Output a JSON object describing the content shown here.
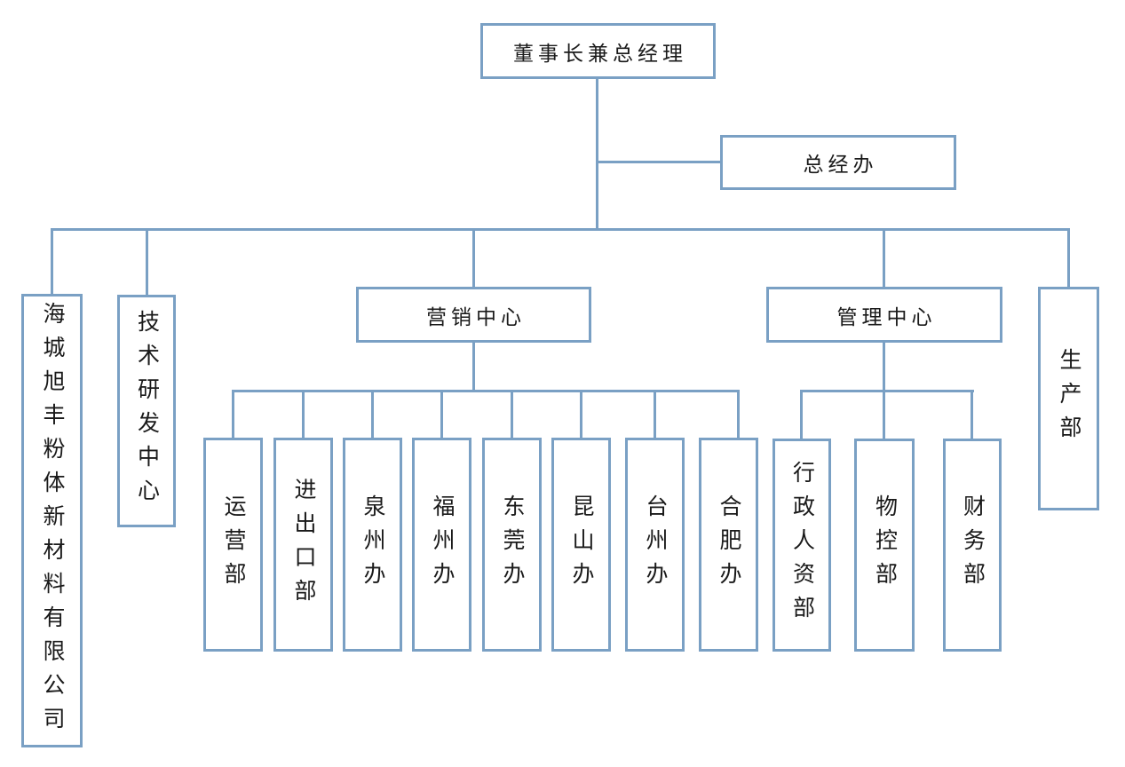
{
  "org": {
    "root": {
      "label": "董事长兼总经理"
    },
    "staff": {
      "label": "总经办"
    },
    "branches": [
      {
        "label": "海城旭丰粉体新材料有限公司"
      },
      {
        "label": "技术研发中心"
      },
      {
        "label": "营销中心",
        "children": [
          {
            "label": "运营部"
          },
          {
            "label": "进出口部"
          },
          {
            "label": "泉州办"
          },
          {
            "label": "福州办"
          },
          {
            "label": "东莞办"
          },
          {
            "label": "昆山办"
          },
          {
            "label": "台州办"
          },
          {
            "label": "合肥办"
          }
        ]
      },
      {
        "label": "管理中心",
        "children": [
          {
            "label": "行政人资部"
          },
          {
            "label": "物控部"
          },
          {
            "label": "财务部"
          }
        ]
      },
      {
        "label": "生产部"
      }
    ]
  },
  "colors": {
    "line_color": "#7AA0C4",
    "text_color": "#1A1A1A",
    "background": "#FFFFFF"
  }
}
